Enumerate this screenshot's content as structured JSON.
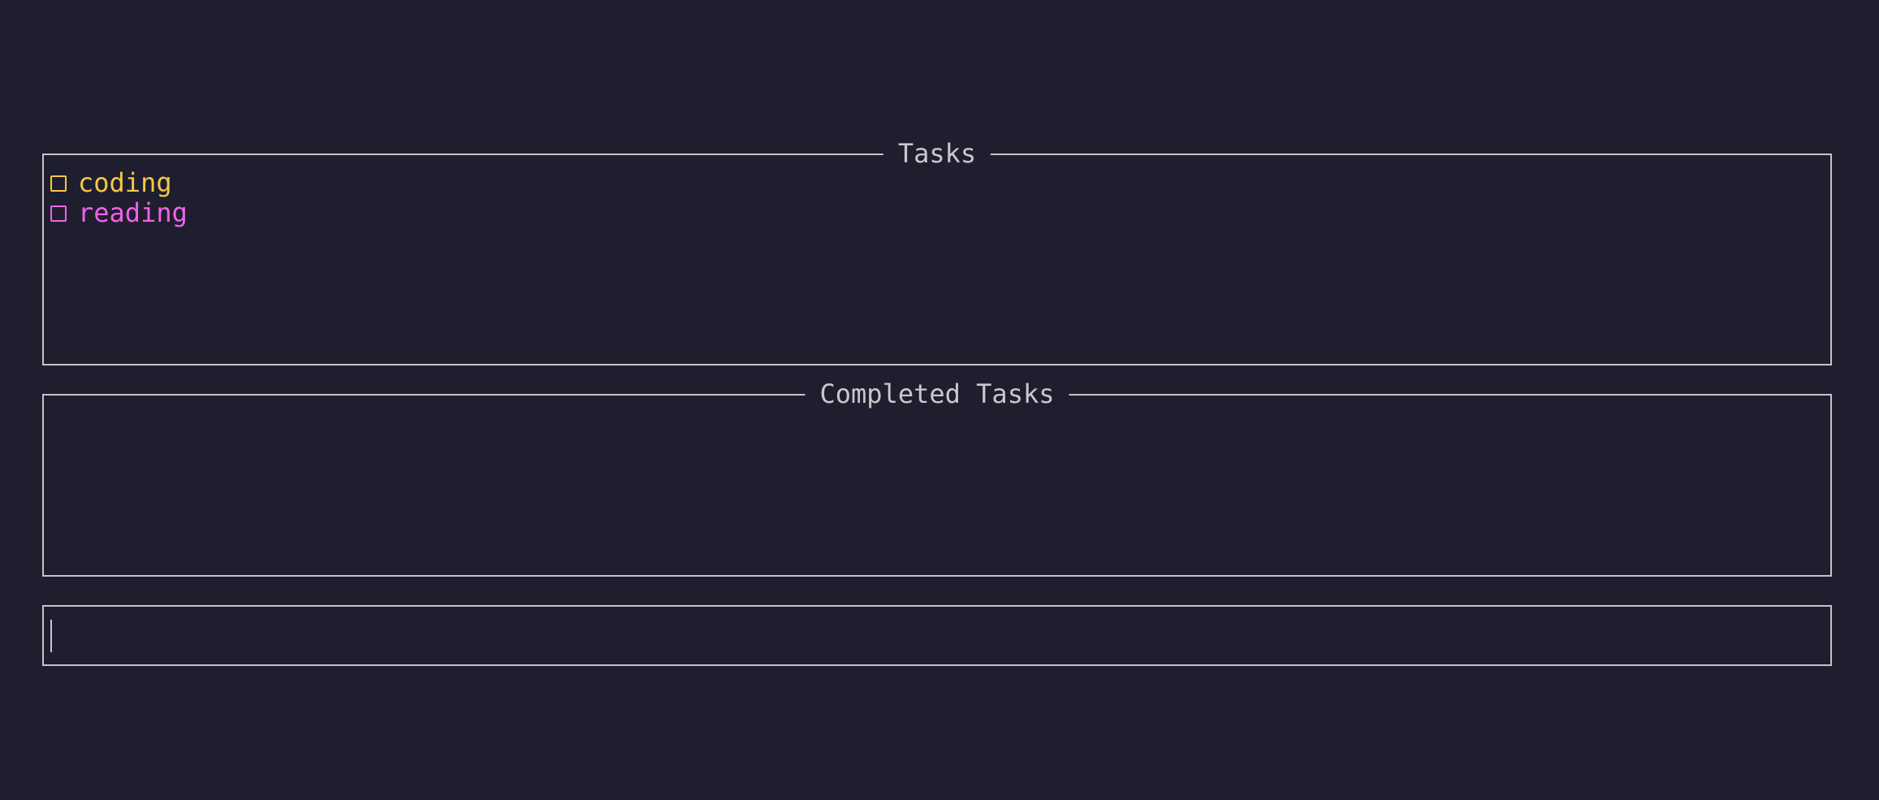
{
  "tasks_panel": {
    "title": "Tasks",
    "items": [
      {
        "label": "coding",
        "color": "#f5c64a"
      },
      {
        "label": "reading",
        "color": "#f062e8"
      }
    ]
  },
  "completed_panel": {
    "title": "Completed Tasks",
    "items": []
  },
  "input_panel": {
    "value": ""
  },
  "colors": {
    "background": "#1f1e2e",
    "border": "#c4c4c8",
    "text": "#c8c8cc"
  }
}
